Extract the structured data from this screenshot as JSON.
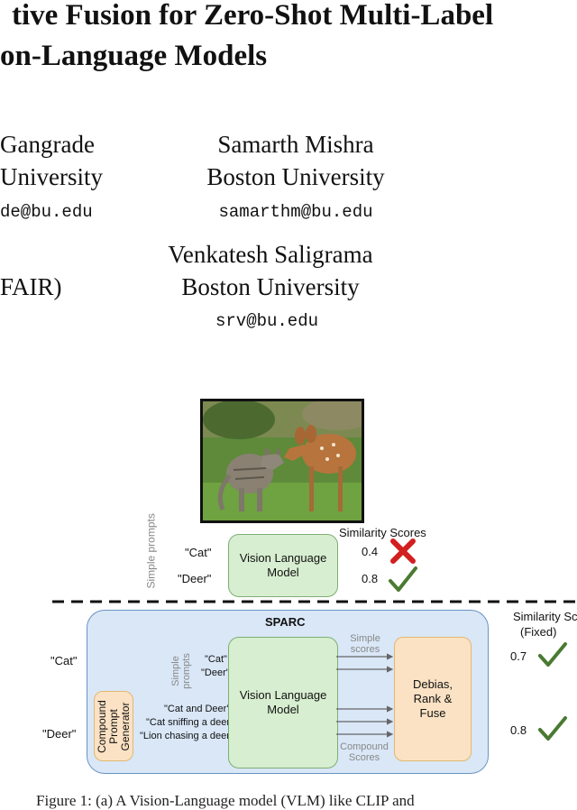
{
  "paper": {
    "title_line1": "tive Fusion for Zero-Shot Multi-Label",
    "title_line2": "on-Language Models",
    "authors": [
      {
        "name": "Gangrade",
        "affiliation": "University",
        "email": "de@bu.edu"
      },
      {
        "name": "Samarth Mishra",
        "affiliation": "Boston University",
        "email": "samarthm@bu.edu"
      },
      {
        "name": "",
        "affiliation": "FAIR)",
        "email": ""
      },
      {
        "name": "Venkatesh Saligrama",
        "affiliation": "Boston University",
        "email": "srv@bu.edu"
      }
    ]
  },
  "figure": {
    "top": {
      "simple_prompts_label": "Simple prompts",
      "prompt_cat": "\"Cat\"",
      "prompt_deer": "\"Deer\"",
      "model_label": "Vision Language Model",
      "scores_title": "Similarity Scores",
      "score_cat": "0.4",
      "score_deer": "0.8",
      "mark_cat": "cross",
      "mark_deer": "check"
    },
    "bottom": {
      "label_cat": "\"Cat\"",
      "label_deer": "\"Deer\"",
      "sparc_title": "SPARC",
      "generator_label": "Compound Prompt Generator",
      "simple_prompts_label": "Simple prompts",
      "simple_cat": "\"Cat\"",
      "simple_deer": "\"Deer\"",
      "compound_1": "\"Cat and Deer\"",
      "compound_2": "\"Cat sniffing a deer\"",
      "compound_3": "\"Lion chasing a deer\"",
      "model_label": "Vision Language Model",
      "simple_scores_label": "Simple scores",
      "compound_scores_label": "Compound Scores",
      "fuse_label": "Debias, Rank & Fuse",
      "fixed_title_1": "Similarity Scores",
      "fixed_title_2": "(Fixed)",
      "score_cat": "0.7",
      "score_deer": "0.8",
      "mark_cat": "check",
      "mark_deer": "check"
    },
    "caption": "Figure 1: (a) A Vision-Language model (VLM) like CLIP and"
  },
  "colors": {
    "model_fill": "#d7eed0",
    "fuse_fill": "#fbe2c4",
    "sparc_fill": "#d9e7f7",
    "check": "#4a7a32",
    "cross": "#d21f1f"
  }
}
